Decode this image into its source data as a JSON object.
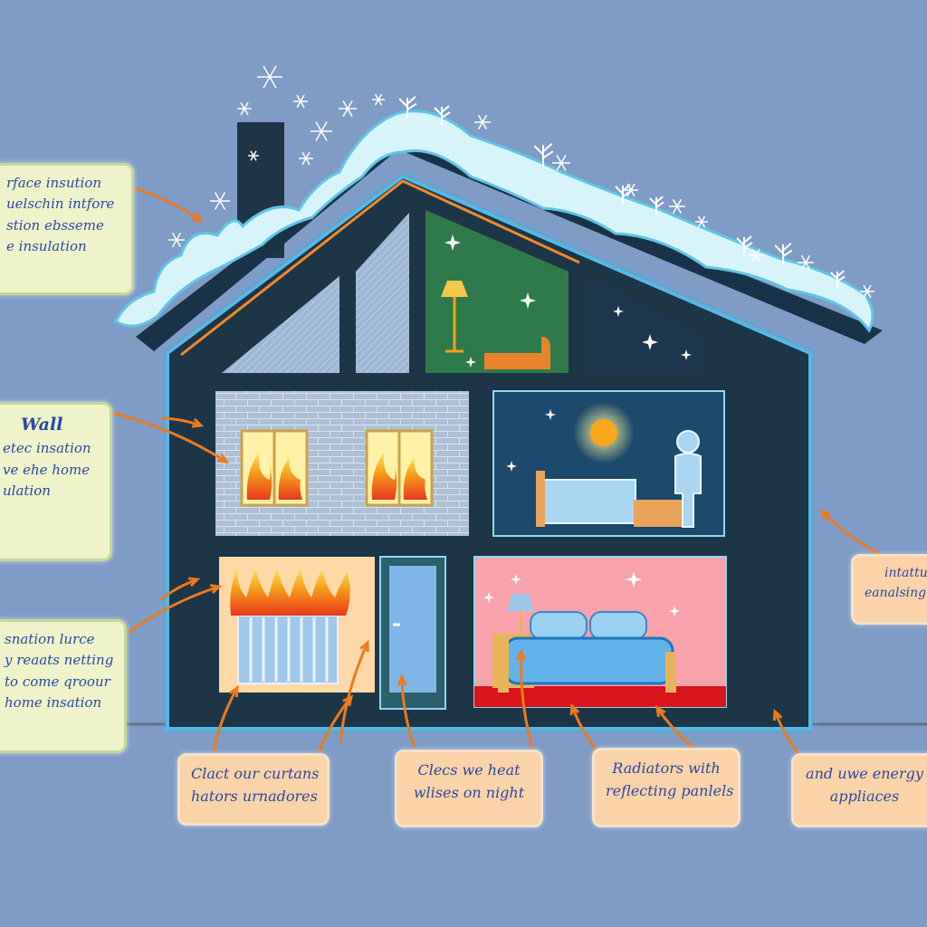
{
  "palette": {
    "background": "#7f9cc6",
    "snow": "#d8f4fb",
    "flame": "#f6a11b",
    "callout_green": "#eef3c9",
    "callout_orange": "#fbd3a8",
    "arrow": "#ec7a1f",
    "text": "#2b47a3"
  },
  "icons": [
    "snowflake-icon",
    "bare-tree-icon",
    "flame-icon",
    "sun-icon",
    "lamp-icon",
    "radiator-icon",
    "bed-icon",
    "person-icon",
    "door-icon"
  ],
  "left_callouts": [
    {
      "lines": [
        "rface insution",
        "uelschin intfore",
        "stion ebsseme",
        "e insulation"
      ]
    },
    {
      "heading": "Wall",
      "lines": [
        "etec insation",
        "ve ehe home",
        "ulation"
      ]
    },
    {
      "lines": [
        "snation lurce",
        "y reaats netting",
        "to come qroour",
        "home insation"
      ]
    }
  ],
  "right_callout": {
    "lines": [
      "intattu",
      "eanalsing b"
    ]
  },
  "bottom_callouts": [
    {
      "lines": [
        "Clact our curtans",
        "hators urnadores"
      ]
    },
    {
      "lines": [
        "Clecs we heat",
        "wlises on night"
      ]
    },
    {
      "lines": [
        "Radiators with",
        "reflecting panlels"
      ]
    },
    {
      "lines": [
        "and uwe energy",
        "appliaces"
      ]
    }
  ]
}
